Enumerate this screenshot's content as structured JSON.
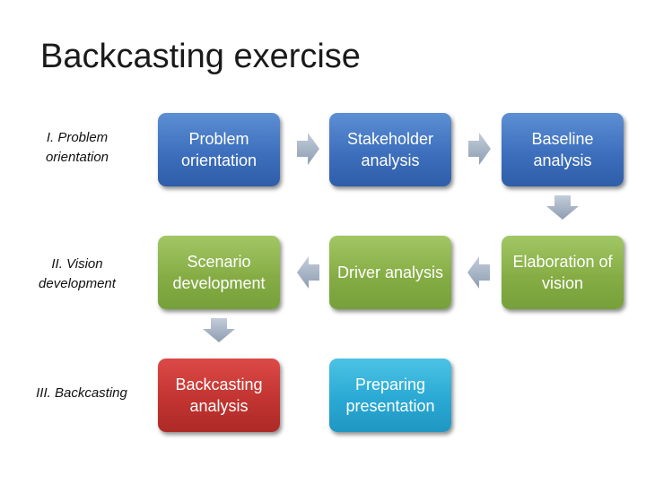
{
  "title": "Backcasting exercise",
  "rows": [
    {
      "label": "I. Problem orientation"
    },
    {
      "label": "II. Vision development"
    },
    {
      "label": "III. Backcasting"
    }
  ],
  "boxes": {
    "problem_orientation": "Problem orientation",
    "stakeholder_analysis": "Stakeholder analysis",
    "baseline_analysis": "Baseline analysis",
    "scenario_development": "Scenario development",
    "driver_analysis": "Driver analysis",
    "elaboration_of_vision": "Elaboration of vision",
    "backcasting_analysis": "Backcasting analysis",
    "preparing_presentation": "Preparing presentation"
  },
  "colors": {
    "phase1": "#3d6fbd",
    "phase2": "#86ad45",
    "phase3_backcasting": "#c23431",
    "phase3_presentation": "#2aa9d4",
    "arrow": "#a6b4c6"
  }
}
